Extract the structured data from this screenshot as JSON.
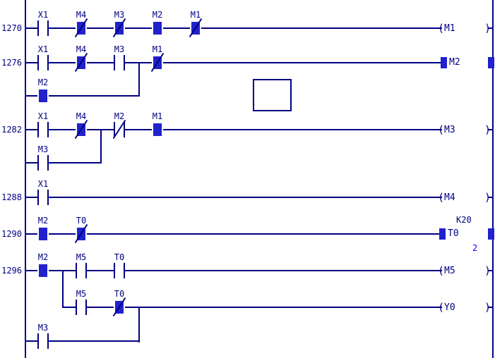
{
  "colors": {
    "wire": "#000082",
    "energized": "#2121cd",
    "monitor_value": "#0000ff",
    "background": "#ffffff"
  },
  "symbols": {
    "coil_open": "(",
    "coil_close": ")"
  },
  "rungs": [
    {
      "number": "1270",
      "contacts": [
        {
          "label": "X1",
          "type": "NO",
          "on": false
        },
        {
          "label": "M4",
          "type": "NC",
          "on": true
        },
        {
          "label": "M3",
          "type": "NC",
          "on": true
        },
        {
          "label": "M2",
          "type": "NO",
          "on": true
        },
        {
          "label": "M1",
          "type": "NC",
          "on": true
        }
      ],
      "coil": {
        "label": "M1",
        "on": false
      }
    },
    {
      "number": "1276",
      "contacts": [
        {
          "label": "X1",
          "type": "NO",
          "on": false
        },
        {
          "label": "M4",
          "type": "NC",
          "on": true
        },
        {
          "label": "M3",
          "type": "NO",
          "on": false
        },
        {
          "label": "M1",
          "type": "NC",
          "on": true
        }
      ],
      "branch_contacts": [
        {
          "label": "M2",
          "type": "NO",
          "on": true
        }
      ],
      "coil": {
        "label": "M2",
        "on": true
      }
    },
    {
      "number": "1282",
      "contacts": [
        {
          "label": "X1",
          "type": "NO",
          "on": false
        },
        {
          "label": "M4",
          "type": "NC",
          "on": true
        },
        {
          "label": "M2",
          "type": "NC",
          "on": false
        },
        {
          "label": "M1",
          "type": "NO",
          "on": true
        }
      ],
      "branch_contacts": [
        {
          "label": "M3",
          "type": "NO",
          "on": false
        }
      ],
      "coil": {
        "label": "M3",
        "on": false
      }
    },
    {
      "number": "1288",
      "contacts": [
        {
          "label": "X1",
          "type": "NO",
          "on": false
        }
      ],
      "coil": {
        "label": "M4",
        "on": false
      }
    },
    {
      "number": "1290",
      "contacts": [
        {
          "label": "M2",
          "type": "NO",
          "on": true
        },
        {
          "label": "T0",
          "type": "NC",
          "on": true
        }
      ],
      "coil": {
        "label": "T0",
        "on": true,
        "preset": "K20",
        "current": "2"
      }
    },
    {
      "number": "1296",
      "contacts": [
        {
          "label": "M2",
          "type": "NO",
          "on": true
        },
        {
          "label": "M5",
          "type": "NO",
          "on": false
        },
        {
          "label": "T0",
          "type": "NO",
          "on": false
        }
      ],
      "coil": {
        "label": "M5",
        "on": false
      },
      "branch1": {
        "contacts": [
          {
            "label": "M5",
            "type": "NO",
            "on": false
          },
          {
            "label": "T0",
            "type": "NC",
            "on": true
          }
        ],
        "coil": {
          "label": "Y0",
          "on": false
        }
      },
      "branch2": {
        "contacts": [
          {
            "label": "M3",
            "type": "NO",
            "on": false
          }
        ]
      }
    }
  ]
}
